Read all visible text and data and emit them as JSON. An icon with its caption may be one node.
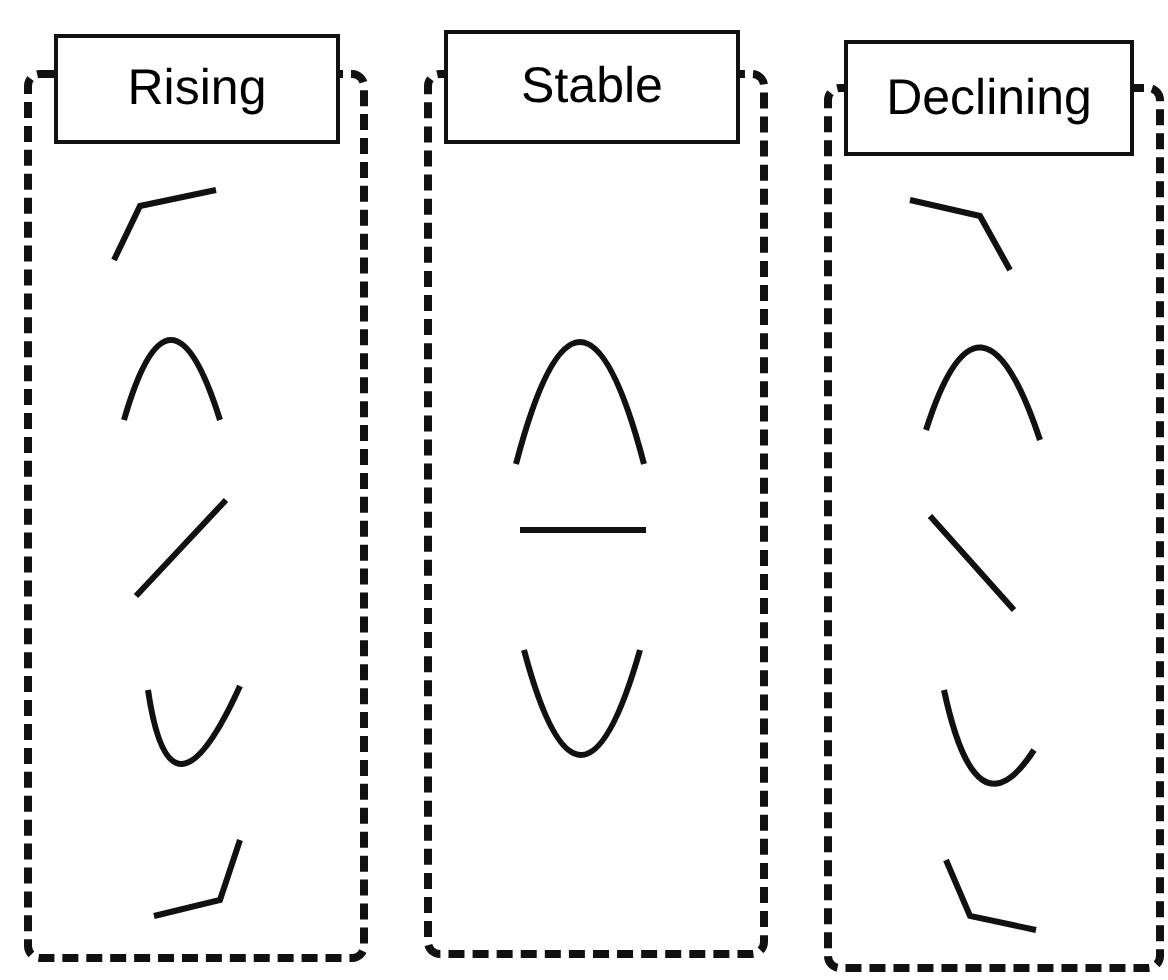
{
  "diagram": {
    "nodes": [
      {
        "text": [
          "Rising"
        ]
      },
      {
        "text": [
          "Stable"
        ]
      },
      {
        "text": [
          "Declining"
        ]
      }
    ]
  }
}
